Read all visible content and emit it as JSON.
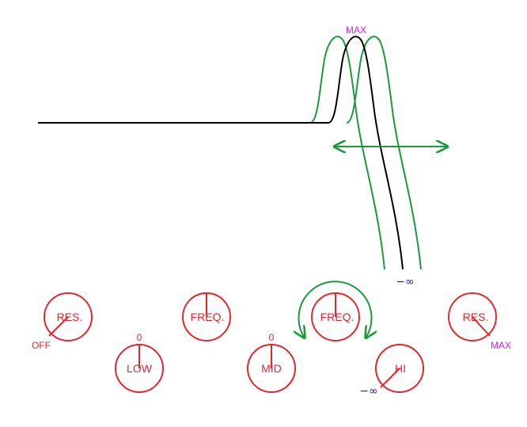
{
  "colors": {
    "knob": "#e8242c",
    "curve_main": "#000000",
    "curve_alt": "#1a9a3a",
    "max_label": "#e020e0",
    "neg_inf_label": "#2020c0",
    "red_label": "#e8242c"
  },
  "graph": {
    "max_label": "MAX",
    "neg_inf_label": "−∞"
  },
  "knobs": {
    "res_left": {
      "label": "RES.",
      "setting_label": "OFF",
      "setting": "min"
    },
    "low": {
      "label": "LOW",
      "setting_label": "0",
      "setting": "center"
    },
    "freq_left": {
      "label": "FREQ.",
      "setting": "center"
    },
    "mid": {
      "label": "MID",
      "setting_label": "0",
      "setting": "center"
    },
    "freq_right": {
      "label": "FREQ.",
      "setting": "center",
      "adjustable": true
    },
    "hi": {
      "label": "HI",
      "setting_label": "−∞",
      "setting": "min"
    },
    "res_right": {
      "label": "RES.",
      "setting_label": "MAX",
      "setting": "max"
    }
  },
  "icons": {
    "freq_sweep_arrow": "double-headed-horizontal-arrow",
    "freq_rotate_arrow": "circular-rotation-arrow"
  }
}
